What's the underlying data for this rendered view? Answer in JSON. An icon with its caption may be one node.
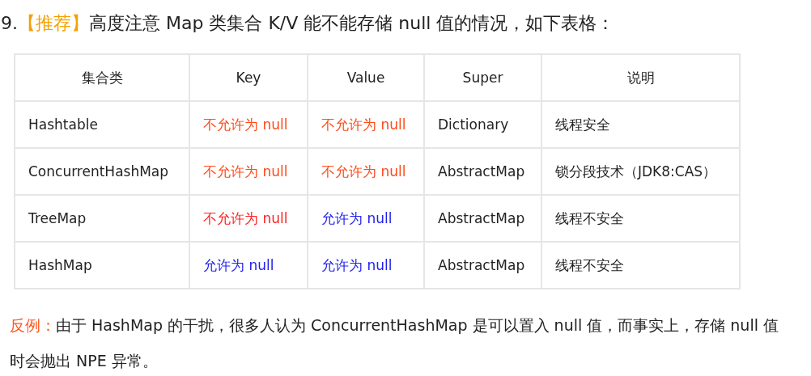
{
  "diagram": {
    "labels": [
      "9.",
      "【推荐】",
      "高度注意 Map 类集合 K/V 能不能存储 null 值的情况，如下表格：",
      "集合类",
      "Key",
      "Value",
      "Super",
      "说明",
      "Hashtable",
      "不允许为 null",
      "不允许为 null",
      "Dictionary",
      "线程安全",
      "ConcurrentHashMap",
      "不允许为 null",
      "不允许为 null",
      "AbstractMap",
      "锁分段技术（JDK8:CAS）",
      "TreeMap",
      "不允许为 null",
      "允许为 null",
      "AbstractMap",
      "线程不安全",
      "HashMap",
      "允许为 null",
      "允许为 null",
      "AbstractMap",
      "线程不安全",
      "反例：",
      "由于 HashMap 的干扰，很多人认为 ConcurrentHashMap 是可以置入 null 值，而事实上，存储 null 值时会抛出 NPE 异常。"
    ]
  }
}
